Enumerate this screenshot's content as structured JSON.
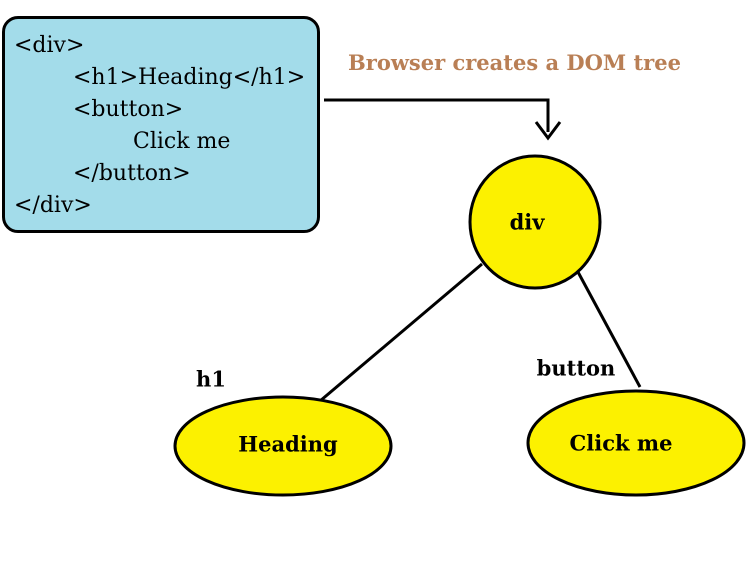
{
  "code": {
    "lines": [
      "<div>",
      "<h1>Heading</h1>",
      "<button>",
      "Click me",
      "</button>",
      "</div>"
    ]
  },
  "caption": "Browser creates a DOM tree",
  "tree": {
    "root": "div",
    "children": [
      {
        "tag": "h1",
        "text": "Heading"
      },
      {
        "tag": "button",
        "text": "Click me"
      }
    ]
  },
  "colors": {
    "code_box": "#a3dcea",
    "node_fill": "#fcf100",
    "caption": "#b97f55"
  }
}
